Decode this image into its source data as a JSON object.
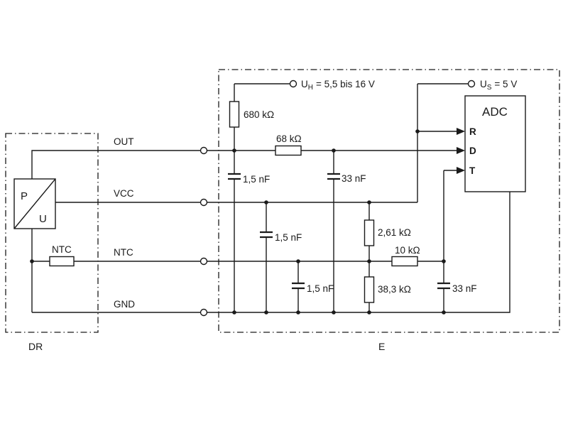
{
  "blocks": {
    "dr": "DR",
    "e": "E",
    "adc": "ADC"
  },
  "sensor": {
    "p": "P",
    "u": "U"
  },
  "supply": {
    "uh_sym": "U",
    "uh_sub": "H",
    "uh_rest": "= 5,5 bis 16 V",
    "us_sym": "U",
    "us_sub": "S",
    "us_rest": "= 5 V"
  },
  "signals": {
    "out": "OUT",
    "vcc": "VCC",
    "ntc": "NTC",
    "gnd": "GND"
  },
  "adc_pins": {
    "r": "R",
    "d": "D",
    "t": "T"
  },
  "components": {
    "r_680k": "680 kΩ",
    "r_68k": "68 kΩ",
    "r_2k61": "2,61 kΩ",
    "r_10k": "10 kΩ",
    "r_38k3": "38,3 kΩ",
    "r_ntc": "NTC",
    "c_out_1n5": "1,5 nF",
    "c_out_33n": "33 nF",
    "c_vcc_1n5": "1,5 nF",
    "c_ntc_1n5": "1,5 nF",
    "c_t_33n": "33 nF"
  },
  "colors": {
    "ink": "#1a1a1a",
    "background": "#ffffff"
  }
}
